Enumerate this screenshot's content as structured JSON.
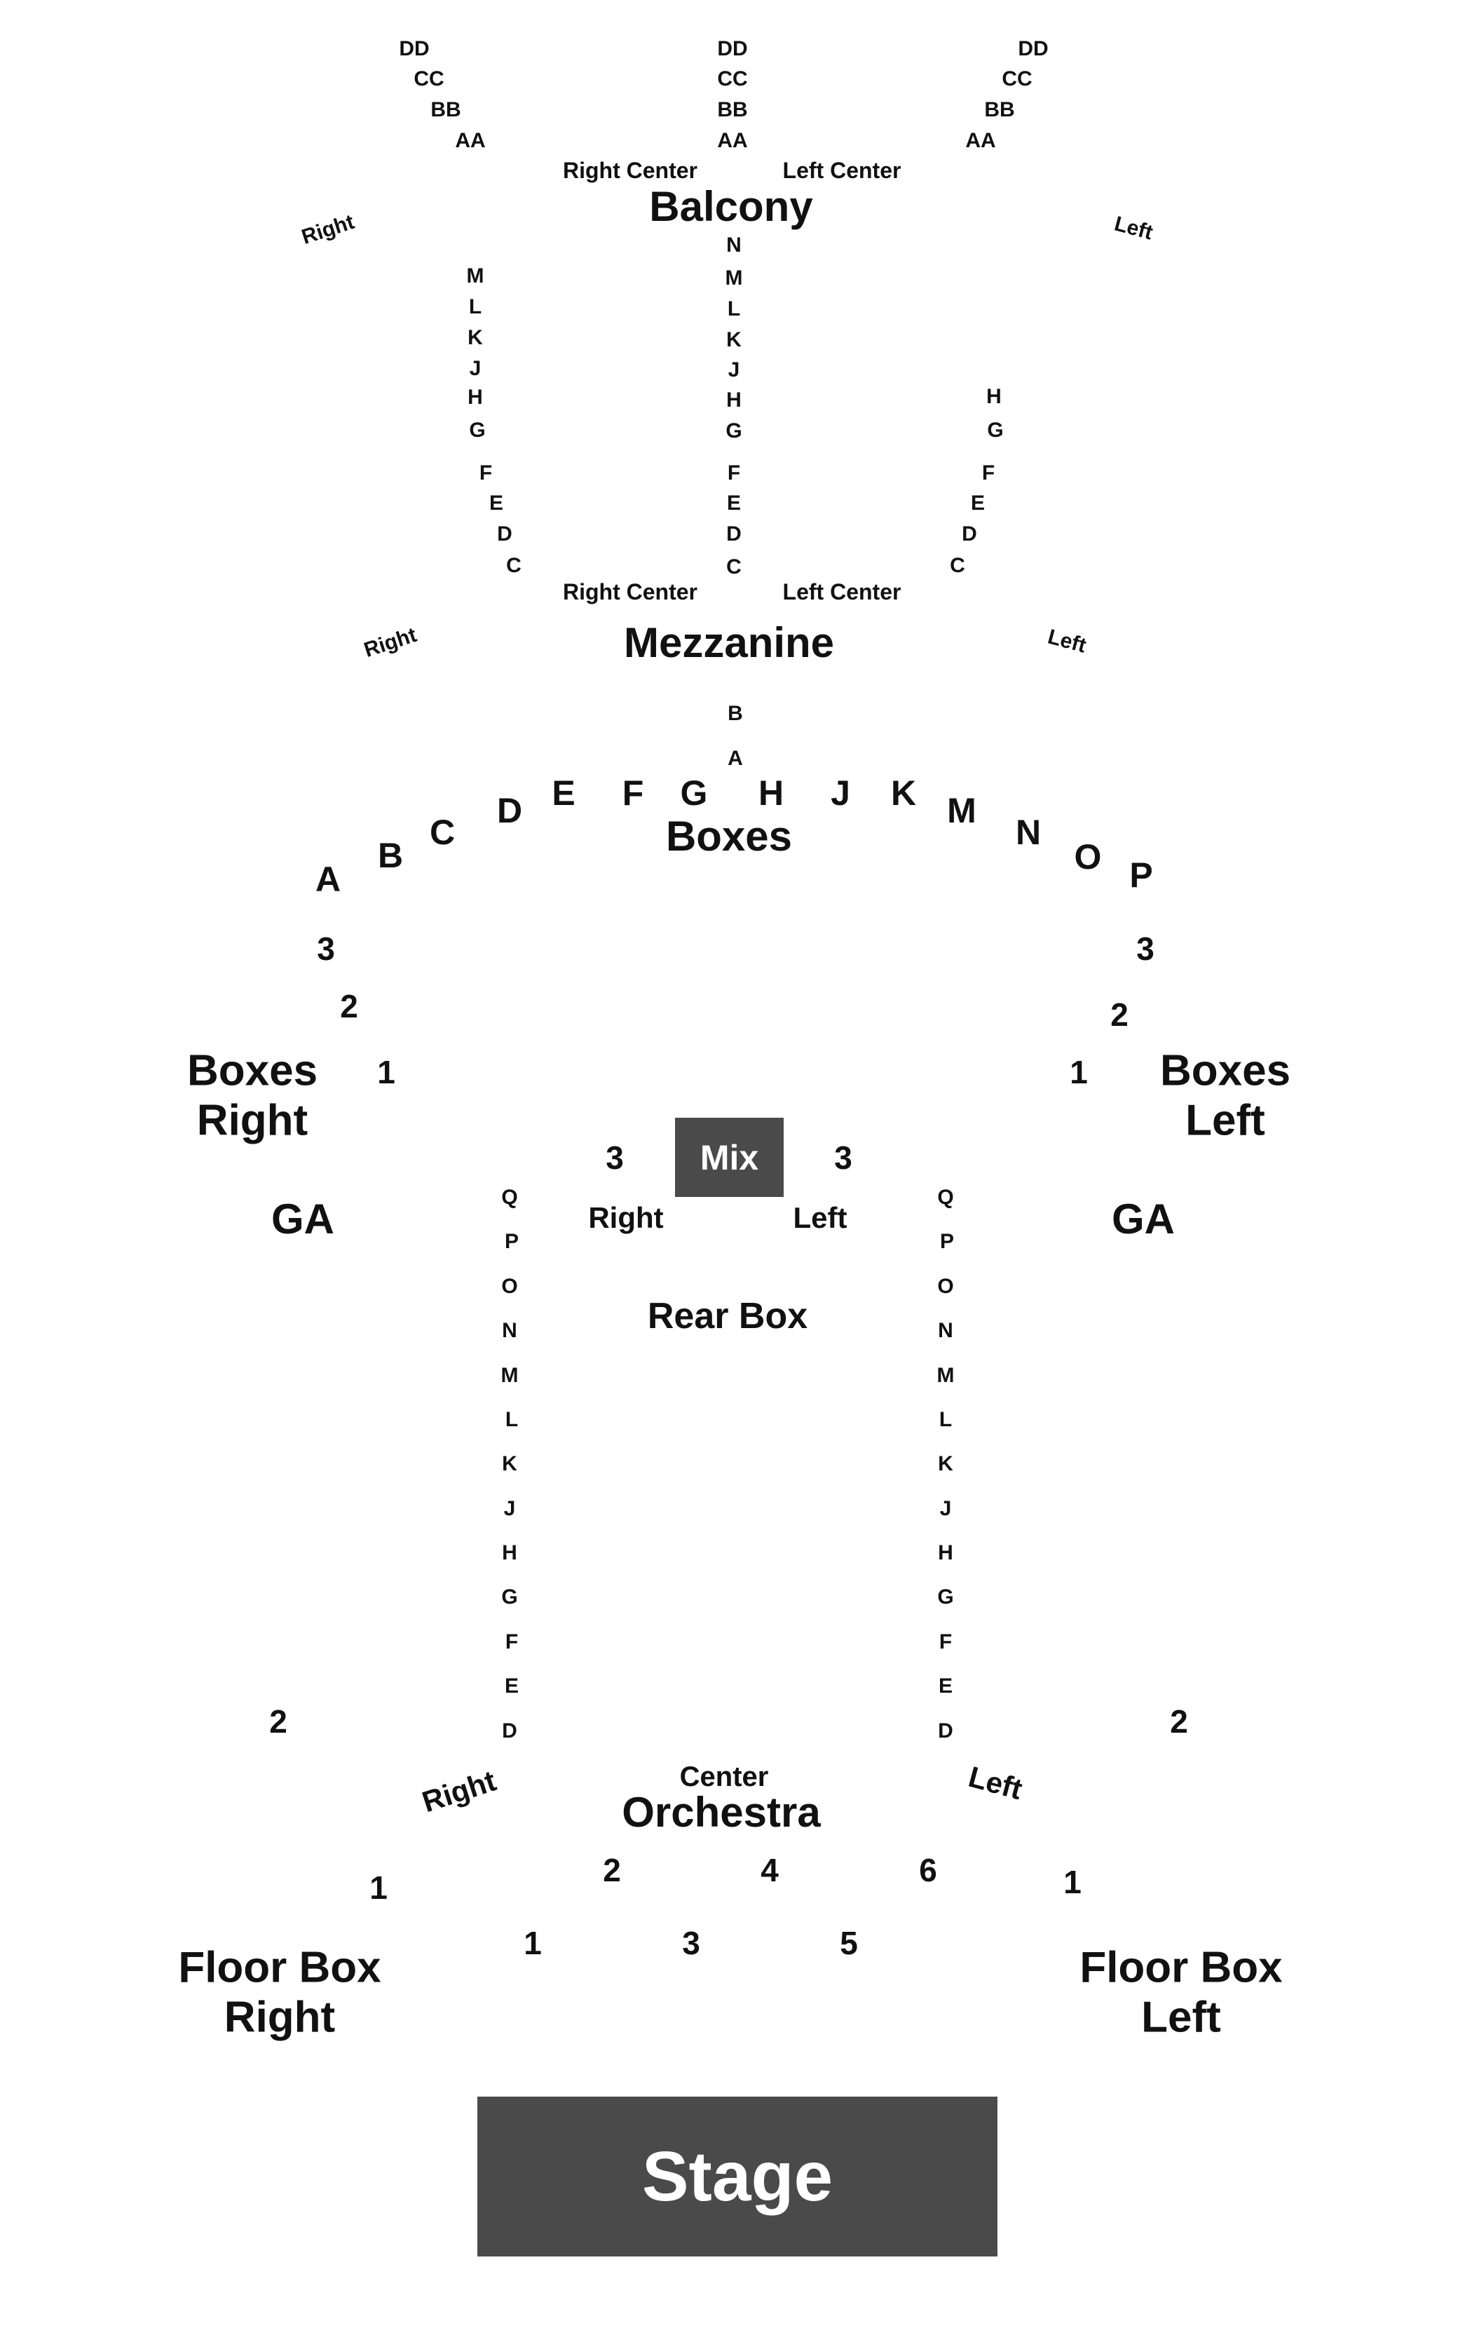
{
  "map": {
    "balcony": {
      "title": "Balcony",
      "right_center": "Right Center",
      "left_center": "Left Center",
      "right": "Right",
      "left": "Left",
      "rows_right": [
        "DD",
        "CC",
        "BB",
        "AA"
      ],
      "rows_center": [
        "DD",
        "CC",
        "BB",
        "AA"
      ],
      "rows_left": [
        "DD",
        "CC",
        "BB",
        "AA"
      ]
    },
    "mezzanine": {
      "title": "Mezzanine",
      "right_center": "Right Center",
      "left_center": "Left Center",
      "right": "Right",
      "left": "Left",
      "rows_right": [
        "M",
        "L",
        "K",
        "J",
        "H",
        "G",
        "F",
        "E",
        "D",
        "C"
      ],
      "rows_center": [
        "N",
        "M",
        "L",
        "K",
        "J",
        "H",
        "G",
        "F",
        "E",
        "D",
        "C"
      ],
      "rows_left": [
        "H",
        "G",
        "F",
        "E",
        "D",
        "C"
      ],
      "rows_lower": [
        "B",
        "A"
      ]
    },
    "boxes": {
      "title": "Boxes",
      "letters": [
        "A",
        "B",
        "C",
        "D",
        "E",
        "F",
        "G",
        "H",
        "J",
        "K",
        "M",
        "N",
        "O",
        "P"
      ],
      "right_numbers": [
        "3",
        "2",
        "1"
      ],
      "left_numbers": [
        "3",
        "2",
        "1"
      ],
      "right_title": [
        "Boxes",
        "Right"
      ],
      "left_title": [
        "Boxes",
        "Left"
      ]
    },
    "rear": {
      "mix": "Mix",
      "num_right": "3",
      "num_left": "3",
      "right": "Right",
      "left": "Left",
      "title": "Rear Box"
    },
    "ga": {
      "right": "GA",
      "left": "GA"
    },
    "orchestra": {
      "title": "Orchestra",
      "center": "Center",
      "right": "Right",
      "left": "Left",
      "rows_right": [
        "Q",
        "P",
        "O",
        "N",
        "M",
        "L",
        "K",
        "J",
        "H",
        "G",
        "F",
        "E",
        "D"
      ],
      "rows_left": [
        "Q",
        "P",
        "O",
        "N",
        "M",
        "L",
        "K",
        "J",
        "H",
        "G",
        "F",
        "E",
        "D"
      ],
      "front_numbers": [
        "2",
        "4",
        "6",
        "1",
        "3",
        "5"
      ]
    },
    "floor_box": {
      "right_title": [
        "Floor Box",
        "Right"
      ],
      "left_title": [
        "Floor Box",
        "Left"
      ],
      "right_numbers": [
        "2",
        "1"
      ],
      "left_numbers": [
        "2",
        "1"
      ]
    },
    "stage": "Stage"
  }
}
